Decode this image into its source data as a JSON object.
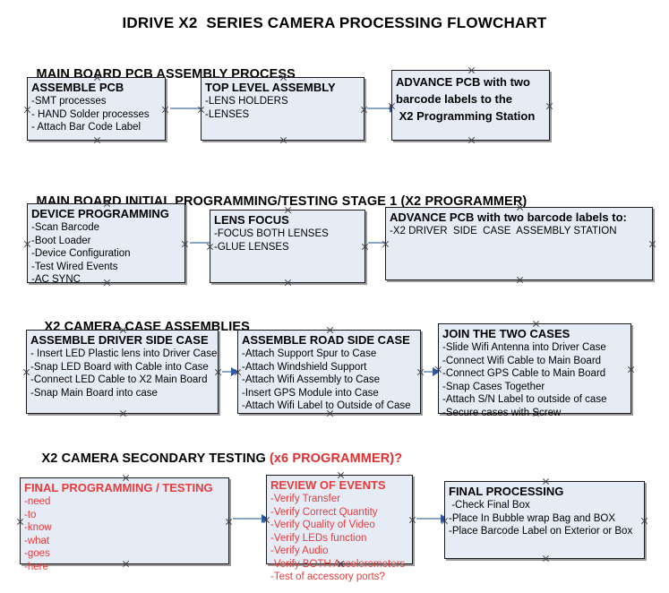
{
  "document": {
    "title": "IDRIVE X2  SERIES CAMERA PROCESSING FLOWCHART"
  },
  "sections": [
    {
      "id": "main-board-pcb-assembly-process",
      "heading": "MAIN BOARD PCB ASSEMBLY PROCESS",
      "heading_accent": "",
      "nodes": [
        {
          "id": "assemble-pcb",
          "title": "ASSEMBLE PCB",
          "items": [
            "-SMT processes",
            "- HAND Solder processes",
            "- Attach Bar Code Label"
          ]
        },
        {
          "id": "top-level-assembly",
          "title": "TOP LEVEL ASSEMBLY",
          "items": [
            "-LENS HOLDERS",
            "-LENSES"
          ]
        },
        {
          "id": "advance-pcb-to-x2-programming-station",
          "title": "ADVANCE PCB with two\nbarcode labels to the\n X2 Programming Station",
          "items": []
        }
      ]
    },
    {
      "id": "main-board-initial-programming-testing-stage-1",
      "heading": "MAIN BOARD INITIAL PROGRAMMING/TESTING STAGE 1 (X2 PROGRAMMER)",
      "heading_accent": "",
      "nodes": [
        {
          "id": "device-programming",
          "title": "DEVICE PROGRAMMING",
          "items": [
            "-Scan Barcode",
            "-Boot Loader",
            "-Device Configuration",
            "-Test Wired Events",
            "-AC SYNC"
          ]
        },
        {
          "id": "lens-focus",
          "title": "LENS FOCUS",
          "items": [
            "-FOCUS BOTH LENSES",
            "-GLUE LENSES"
          ]
        },
        {
          "id": "advance-pcb-to-driver-side-case-assembly",
          "title": "ADVANCE PCB with two barcode labels to:",
          "items": [
            "-X2 DRIVER  SIDE  CASE  ASSEMBLY STATION"
          ]
        }
      ]
    },
    {
      "id": "x2-camera-case-assemblies",
      "heading": "X2 CAMERA CASE ASSEMBLIES",
      "heading_accent": "",
      "nodes": [
        {
          "id": "assemble-driver-side-case",
          "title": "ASSEMBLE DRIVER SIDE CASE",
          "items": [
            "- Insert LED Plastic lens into Driver Case",
            "-Snap LED Board with Cable into Case",
            "-Connect LED Cable to X2 Main Board",
            "-Snap Main Board into case"
          ]
        },
        {
          "id": "assemble-road-side-case",
          "title": "ASSEMBLE ROAD SIDE CASE",
          "items": [
            "-Attach Support Spur to Case",
            "-Attach Windshield Support",
            "-Attach Wifi Assembly to Case",
            "-Insert GPS Module into Case",
            "-Attach Wifi Label to Outside of Case"
          ]
        },
        {
          "id": "join-the-two-cases",
          "title": "JOIN THE TWO CASES",
          "items": [
            "-Slide Wifi Antenna into Driver Case",
            "-Connect Wifi Cable to Main Board",
            "-Connect GPS Cable to Main Board",
            "-Snap Cases Together",
            "-Attach S/N Label to outside of case",
            "-Secure cases with Screw"
          ]
        }
      ]
    },
    {
      "id": "x2-camera-secondary-testing",
      "heading": "X2 CAMERA SECONDARY TESTING ",
      "heading_accent": "(x6 PROGRAMMER)?",
      "nodes": [
        {
          "id": "final-programming-testing",
          "title": "FINAL PROGRAMMING / TESTING",
          "items": [
            "-need",
            "-to",
            "-know",
            "-what",
            "-goes",
            "-here"
          ]
        },
        {
          "id": "review-of-events",
          "title": "REVIEW OF EVENTS",
          "items": [
            "-Verify Transfer",
            "-Verify Correct Quantity",
            "-Verify Quality of Video",
            "-Verify LEDs function",
            "-Verify Audio",
            "-Verify BOTH Accelerometers",
            "-Test of accessory ports?"
          ]
        },
        {
          "id": "final-processing",
          "title": "FINAL PROCESSING",
          "items": [
            " -Check Final Box",
            "-Place In Bubble wrap Bag and BOX",
            "-Place Barcode Label on Exterior or Box"
          ]
        }
      ]
    }
  ],
  "colors": {
    "node_fill": "#e6ecf6",
    "node_border": "#1a1a1a",
    "node_shadow": "#9a9a9a",
    "connector": "#8aa7c4",
    "arrowhead": "#2a5aa8",
    "accent_red": "#e83b3b",
    "text": "#000000"
  }
}
